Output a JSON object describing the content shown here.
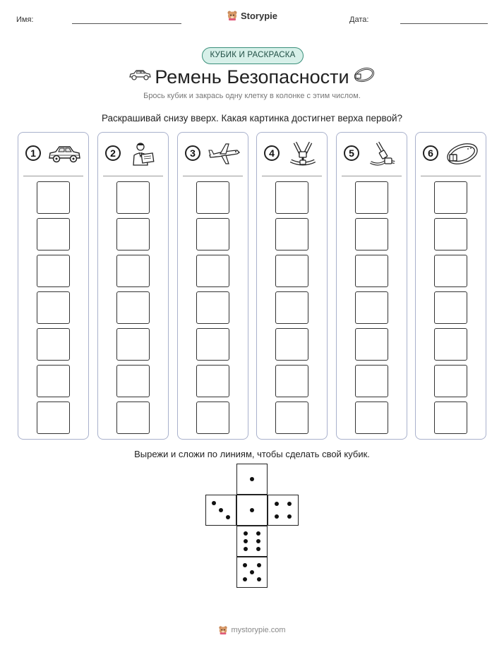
{
  "header": {
    "name_label": "Имя:",
    "date_label": "Дата:",
    "brand": "Storypie"
  },
  "badge": "КУБИК И РАСКРАСКА",
  "title": "Ремень Безопасности",
  "subtitle": "Брось кубик и закрась одну клетку в колонке с этим числом.",
  "instruction": "Раскрашивай снизу вверх. Какая картинка достигнет верха первой?",
  "columns": [
    {
      "number": "1",
      "icon": "car-icon"
    },
    {
      "number": "2",
      "icon": "person-reading-icon"
    },
    {
      "number": "3",
      "icon": "airplane-icon"
    },
    {
      "number": "4",
      "icon": "car-seat-harness-icon"
    },
    {
      "number": "5",
      "icon": "seatbelt-buckle-icon"
    },
    {
      "number": "6",
      "icon": "belt-icon"
    }
  ],
  "cells_per_column": 7,
  "cut_instruction": "Вырежи и сложи по линиям, чтобы сделать свой кубик.",
  "die_faces": [
    1,
    3,
    1,
    4,
    6,
    5
  ],
  "footer": "mystorypie.com",
  "colors": {
    "badge_border": "#3a8f7a",
    "badge_fill": "#d7f0e9",
    "column_border": "#a9b1cc"
  }
}
